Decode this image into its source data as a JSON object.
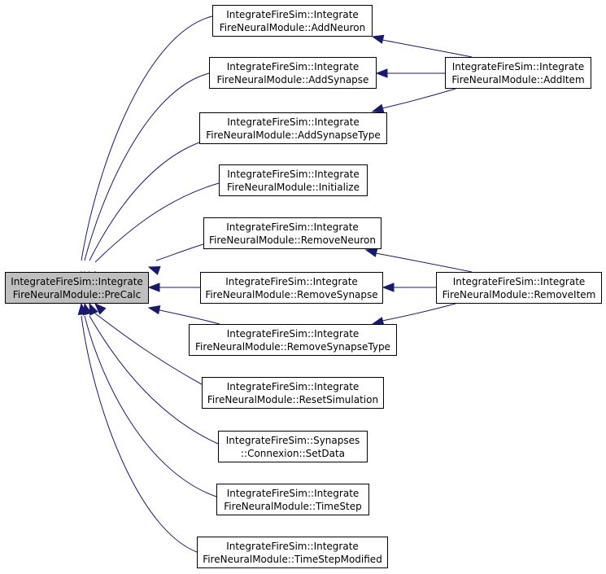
{
  "colors": {
    "edge": "#191970",
    "root_fill": "#bfbfbf",
    "node_fill": "#ffffff",
    "border": "#000000"
  },
  "nodes": {
    "precalc": {
      "line1": "IntegrateFireSim::Integrate",
      "line2": "FireNeuralModule::PreCalc"
    },
    "addneuron": {
      "line1": "IntegrateFireSim::Integrate",
      "line2": "FireNeuralModule::AddNeuron"
    },
    "addsynapse": {
      "line1": "IntegrateFireSim::Integrate",
      "line2": "FireNeuralModule::AddSynapse"
    },
    "addsynapsetype": {
      "line1": "IntegrateFireSim::Integrate",
      "line2": "FireNeuralModule::AddSynapseType"
    },
    "initialize": {
      "line1": "IntegrateFireSim::Integrate",
      "line2": "FireNeuralModule::Initialize"
    },
    "removeneuron": {
      "line1": "IntegrateFireSim::Integrate",
      "line2": "FireNeuralModule::RemoveNeuron"
    },
    "removesynapse": {
      "line1": "IntegrateFireSim::Integrate",
      "line2": "FireNeuralModule::RemoveSynapse"
    },
    "removesynapsetype": {
      "line1": "IntegrateFireSim::Integrate",
      "line2": "FireNeuralModule::RemoveSynapseType"
    },
    "resetsimulation": {
      "line1": "IntegrateFireSim::Integrate",
      "line2": "FireNeuralModule::ResetSimulation"
    },
    "setdata": {
      "line1": "IntegrateFireSim::Synapses",
      "line2": "::Connexion::SetData"
    },
    "timestep": {
      "line1": "IntegrateFireSim::Integrate",
      "line2": "FireNeuralModule::TimeStep"
    },
    "timestepmodified": {
      "line1": "IntegrateFireSim::Integrate",
      "line2": "FireNeuralModule::TimeStepModified"
    },
    "additem": {
      "line1": "IntegrateFireSim::Integrate",
      "line2": "FireNeuralModule::AddItem"
    },
    "removeitem": {
      "line1": "IntegrateFireSim::Integrate",
      "line2": "FireNeuralModule::RemoveItem"
    }
  }
}
